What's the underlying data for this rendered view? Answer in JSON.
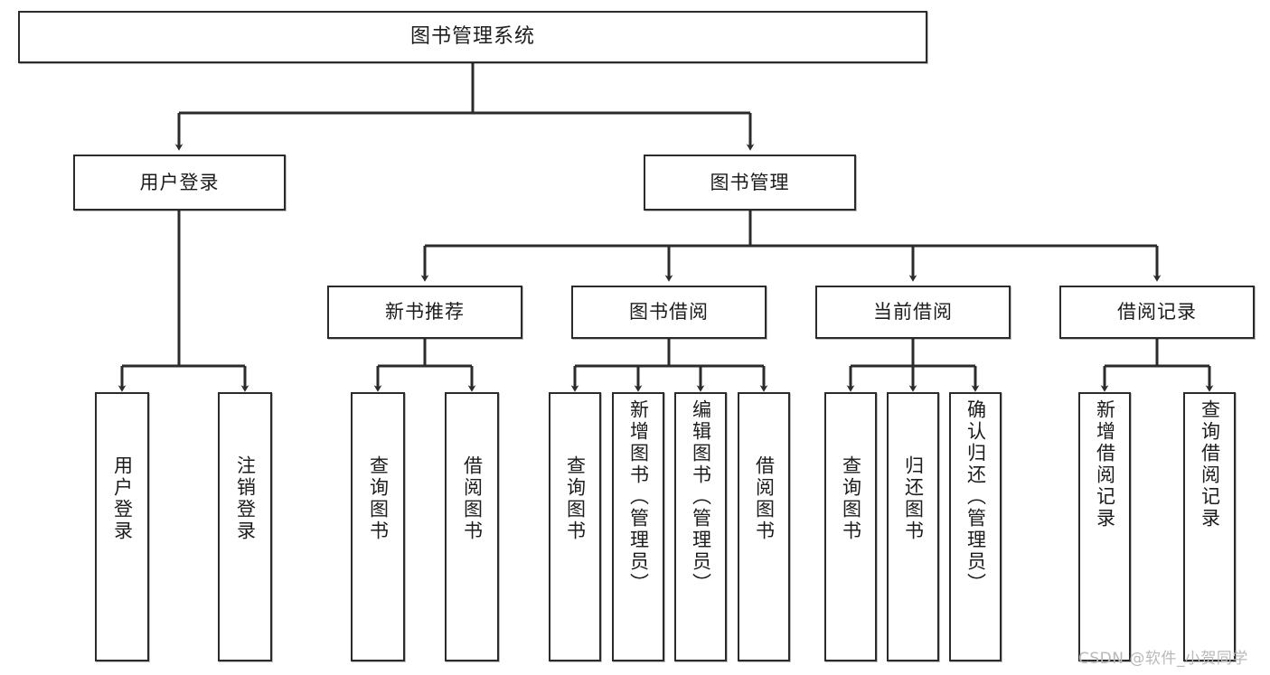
{
  "diagram": {
    "type": "tree",
    "title": "图书管理系统",
    "orientation": "top-down",
    "style": {
      "box_border_color": "#2b2b2b",
      "box_fill_color": "#ffffff",
      "edge_color": "#2b2b2b",
      "text_color": "#1c1c1c",
      "background": "#ffffff"
    },
    "root": {
      "label": "图书管理系统"
    },
    "level2": [
      {
        "label": "用户登录"
      },
      {
        "label": "图书管理"
      }
    ],
    "level3": [
      {
        "label": "新书推荐"
      },
      {
        "label": "图书借阅"
      },
      {
        "label": "当前借阅"
      },
      {
        "label": "借阅记录"
      }
    ],
    "leaves": {
      "user_login": [
        {
          "label": "用户登录"
        },
        {
          "label": "注销登录"
        }
      ],
      "new_book_recommend": [
        {
          "label": "查询图书"
        },
        {
          "label": "借阅图书"
        }
      ],
      "book_borrow": [
        {
          "label": "查询图书"
        },
        {
          "label": "新增图书（管理员）"
        },
        {
          "label": "编辑图书（管理员）"
        },
        {
          "label": "借阅图书"
        }
      ],
      "current_borrow": [
        {
          "label": "查询图书"
        },
        {
          "label": "归还图书"
        },
        {
          "label": "确认归还（管理员）"
        }
      ],
      "borrow_record": [
        {
          "label": "新增借阅记录"
        },
        {
          "label": "查询借阅记录"
        }
      ]
    }
  },
  "watermark": {
    "text": "CSDN @软件_小贺同学"
  }
}
